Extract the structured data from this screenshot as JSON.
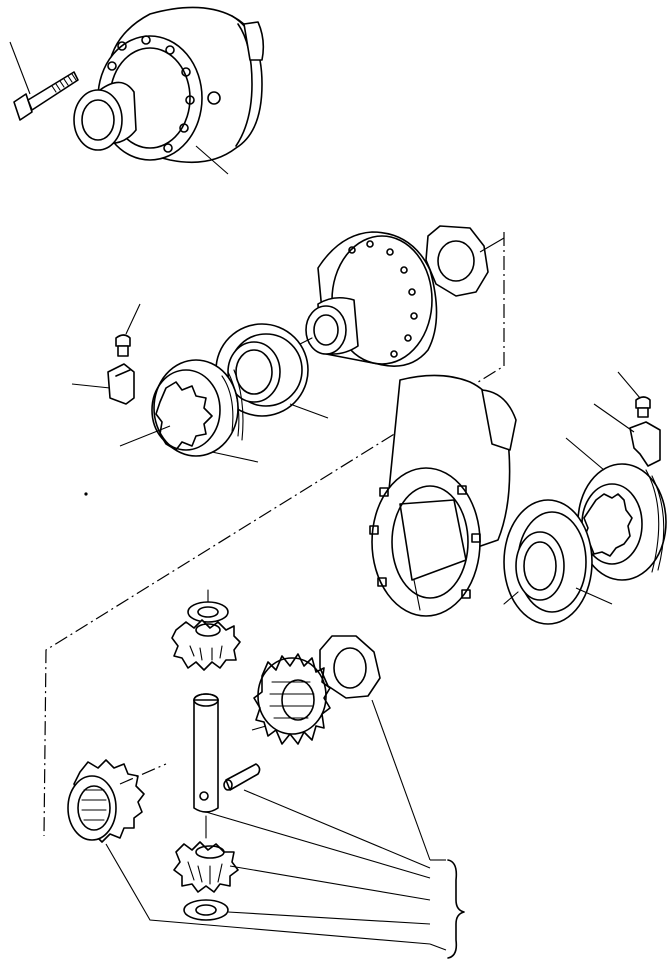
{
  "figure": {
    "kind": "exploded-parts-view",
    "subject": "differential-assembly",
    "line_color": "#000000",
    "background": "#ffffff"
  },
  "parts": [
    {
      "id": "bolt",
      "icon": "bolt-icon"
    },
    {
      "id": "differential-case-assembly",
      "icon": "case-icon"
    },
    {
      "id": "thrust-shim-upper",
      "icon": "shim-icon"
    },
    {
      "id": "case-half-right",
      "icon": "case-icon"
    },
    {
      "id": "bearing-left",
      "icon": "bearing-icon"
    },
    {
      "id": "adjusting-nut-left",
      "icon": "nut-icon"
    },
    {
      "id": "lock-plate-left",
      "icon": "lock-plate-icon"
    },
    {
      "id": "lock-screw-left",
      "icon": "screw-icon"
    },
    {
      "id": "lock-screw-right",
      "icon": "screw-icon"
    },
    {
      "id": "lock-plate-right",
      "icon": "lock-plate-icon"
    },
    {
      "id": "adjusting-nut-right",
      "icon": "nut-icon"
    },
    {
      "id": "bearing-right",
      "icon": "bearing-icon"
    },
    {
      "id": "case-half-left",
      "icon": "case-icon"
    },
    {
      "id": "thrust-washer-side",
      "icon": "washer-icon"
    },
    {
      "id": "side-gear-upper",
      "icon": "gear-icon"
    },
    {
      "id": "pinion-washer-top",
      "icon": "washer-icon"
    },
    {
      "id": "pinion-gear-top",
      "icon": "gear-icon"
    },
    {
      "id": "pinion-shaft",
      "icon": "shaft-icon"
    },
    {
      "id": "roll-pin",
      "icon": "pin-icon"
    },
    {
      "id": "side-gear-lower",
      "icon": "gear-icon"
    },
    {
      "id": "pinion-gear-bottom",
      "icon": "gear-icon"
    },
    {
      "id": "pinion-washer-bottom",
      "icon": "washer-icon"
    }
  ]
}
